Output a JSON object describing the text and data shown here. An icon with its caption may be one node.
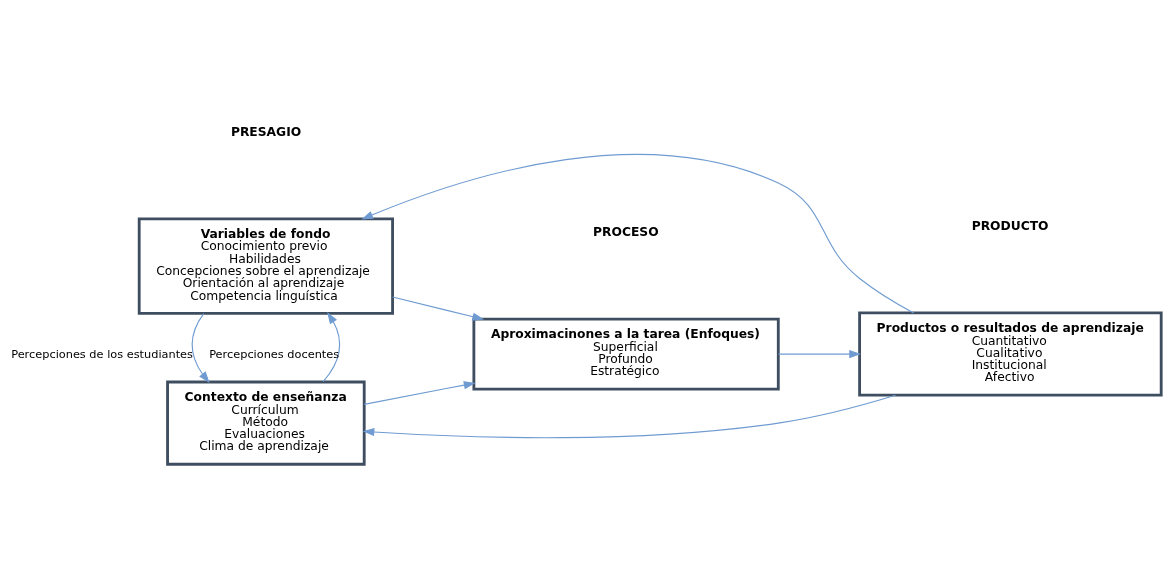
{
  "diagram": {
    "nodes": [
      {
        "text": [
          "Variables de fondo",
          "Conocimiento previo",
          "Habilidades",
          "Concepciones sobre el aprendizaje",
          "Orientación al aprendizaje",
          "Competencia linguística"
        ]
      },
      {
        "text": [
          "Contexto de enseñanza",
          "Currículum",
          "Método",
          "Evaluaciones",
          "Clima de aprendizaje"
        ]
      },
      {
        "text": [
          "Aproximacinones a la tarea (Enfoques)",
          "Superficial",
          "Profundo",
          "Estratégico"
        ]
      },
      {
        "text": [
          "Productos o resultados de aprendizaje",
          "Cuantitativo",
          "Cualitativo",
          "Institucional",
          "Afectivo"
        ]
      }
    ],
    "edges": [
      {
        "from": 3,
        "to": 0,
        "arrow": "to"
      },
      {
        "from": 0,
        "to": 2,
        "arrow": "to"
      },
      {
        "from": 1,
        "to": 2,
        "arrow": "to"
      },
      {
        "from": 2,
        "to": 3,
        "arrow": "to"
      },
      {
        "from": 3,
        "to": 1,
        "arrow": "to"
      },
      {
        "from": 1,
        "to": 0,
        "arrow": "to",
        "label": "Percepciones docentes"
      },
      {
        "from": 0,
        "to": 1,
        "arrow": "to",
        "label": "Percepciones de los estudiantes"
      }
    ],
    "labels": [
      "PRESAGIO",
      "PROCESO",
      "PRODUCTO"
    ]
  }
}
